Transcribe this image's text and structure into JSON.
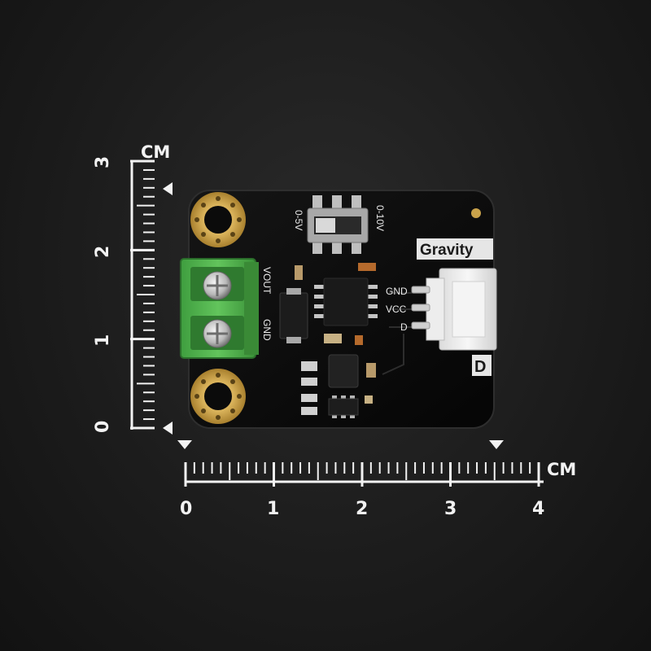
{
  "scale": {
    "unit": "CM",
    "vertical_labels": [
      "0",
      "1",
      "2",
      "3"
    ],
    "horizontal_labels": [
      "0",
      "1",
      "2",
      "3",
      "4"
    ]
  },
  "board": {
    "brand": "Gravity",
    "type_letter": "D",
    "switch_left": "0-5V",
    "switch_right": "0-10V",
    "terminal_labels": [
      "VOUT",
      "GND"
    ],
    "connector_pins": [
      "GND",
      "VCC",
      "D"
    ]
  }
}
